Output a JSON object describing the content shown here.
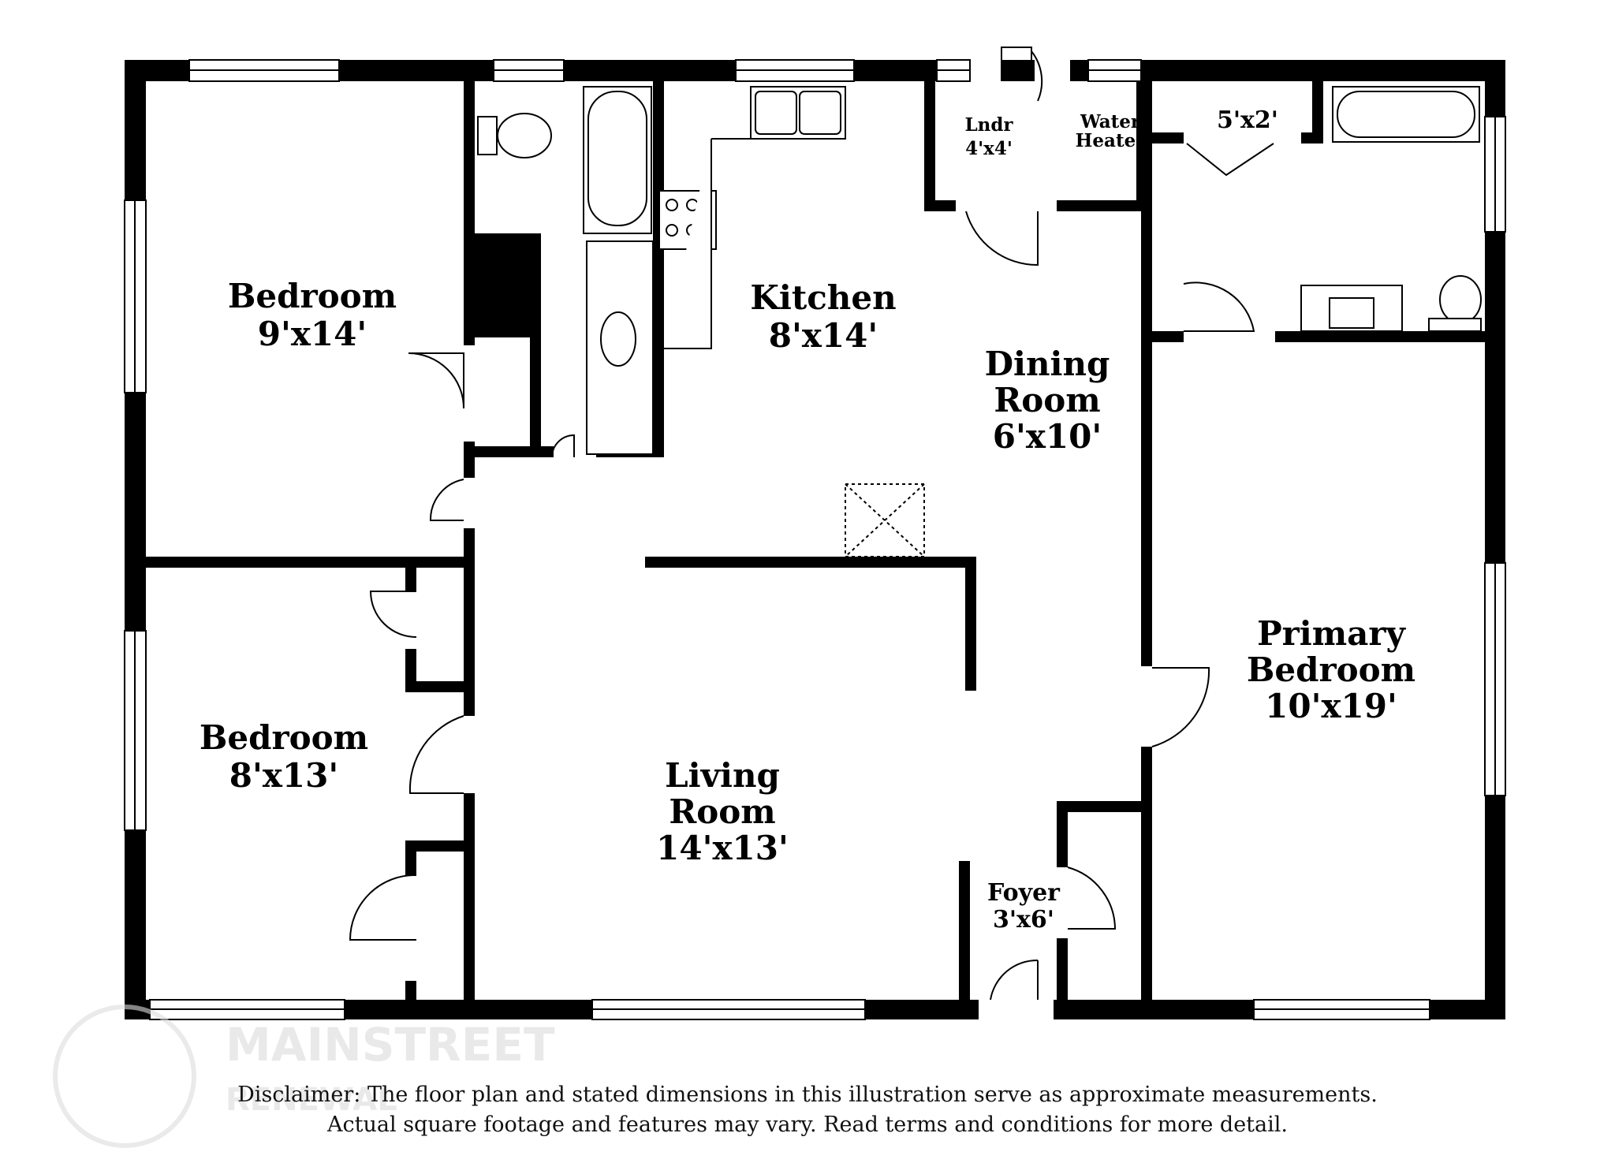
{
  "rooms": {
    "bedroom_top": {
      "name": "Bedroom",
      "size": "9'x14'"
    },
    "bedroom_bottom": {
      "name": "Bedroom",
      "size": "8'x13'"
    },
    "kitchen": {
      "name": "Kitchen",
      "size": "8'x14'"
    },
    "laundry": {
      "name": "Lndr",
      "size": "4'x4'"
    },
    "water_heater": {
      "line1": "Water",
      "line2": "Heater"
    },
    "closet": {
      "size": "5'x2'"
    },
    "dining": {
      "line1": "Dining",
      "line2": "Room",
      "size": "6'x10'"
    },
    "living": {
      "line1": "Living",
      "line2": "Room",
      "size": "14'x13'"
    },
    "primary": {
      "line1": "Primary",
      "line2": "Bedroom",
      "size": "10'x19'"
    },
    "foyer": {
      "name": "Foyer",
      "size": "3'x6'"
    }
  },
  "watermark": {
    "line1": "MAINSTREET",
    "line2": "RENEWAL"
  },
  "disclaimer": {
    "line1": "Disclaimer: The floor plan and stated dimensions in this illustration serve as approximate measurements.",
    "line2": "Actual square footage and features may vary. Read terms and conditions for more detail."
  }
}
